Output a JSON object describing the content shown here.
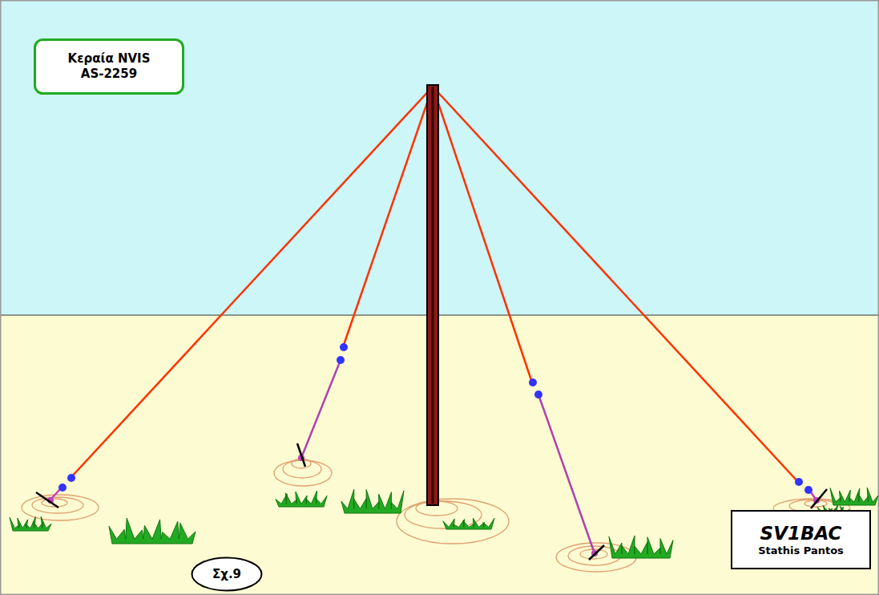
{
  "diagram": {
    "nodes": [
      {
        "text": [
          "Κεραία NVIS AS-2259"
        ]
      },
      {
        "text": [
          "Σχ.9"
        ]
      },
      {
        "text": [
          "SV1BAC",
          "Stathis Pantos"
        ]
      }
    ]
  }
}
